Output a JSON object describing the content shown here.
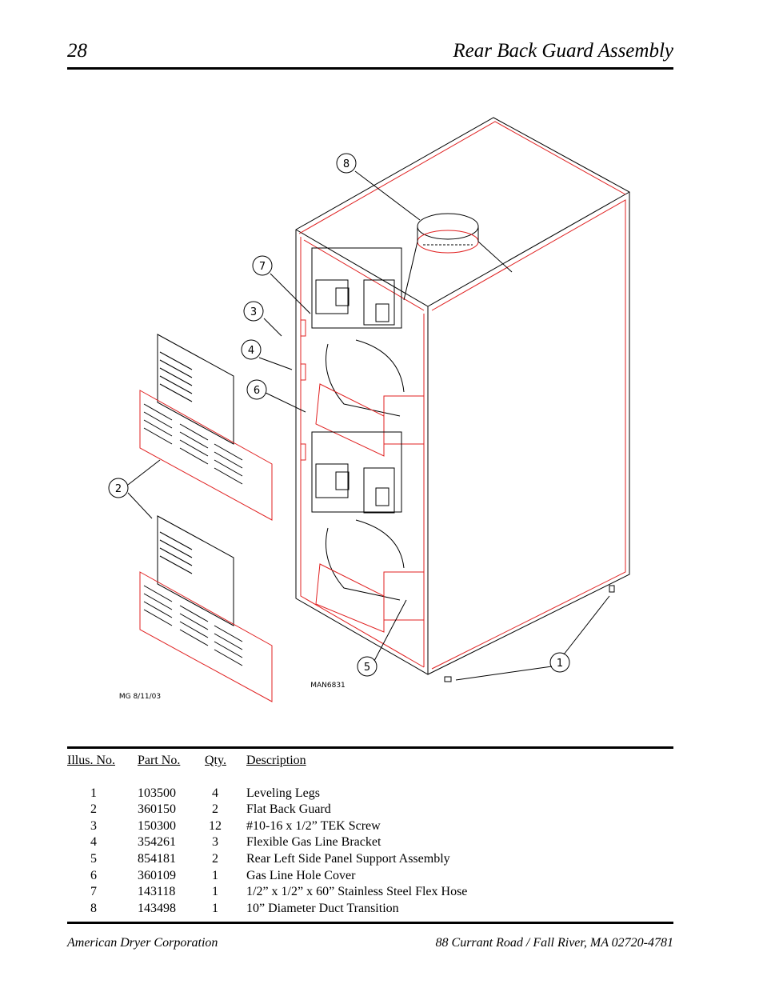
{
  "header": {
    "page_number": "28",
    "title": "Rear Back Guard Assembly"
  },
  "diagram": {
    "callouts": [
      "8",
      "7",
      "3",
      "4",
      "6",
      "2",
      "5",
      "1"
    ],
    "drawing_number": "MAN6831",
    "drafter_note": "MG 8/11/03",
    "line_color": "#000000",
    "highlight_color": "#e02020"
  },
  "parts_table": {
    "headers": [
      "Illus. No.",
      "Part  No.",
      "Qty.",
      "Description"
    ],
    "rows": [
      [
        "1",
        "103500",
        "4",
        "Leveling Legs"
      ],
      [
        "2",
        "360150",
        "2",
        "Flat Back Guard"
      ],
      [
        "3",
        "150300",
        "12",
        "#10-16 x 1/2” TEK Screw"
      ],
      [
        "4",
        "354261",
        "3",
        "Flexible Gas Line Bracket"
      ],
      [
        "5",
        "854181",
        "2",
        "Rear Left Side Panel Support Assembly"
      ],
      [
        "6",
        "360109",
        "1",
        "Gas Line Hole Cover"
      ],
      [
        "7",
        "143118",
        "1",
        "1/2” x 1/2” x 60” Stainless Steel Flex Hose"
      ],
      [
        "8",
        "143498",
        "1",
        "10” Diameter Duct Transition"
      ]
    ]
  },
  "footer": {
    "company": "American Dryer Corporation",
    "address": "88 Currant Road / Fall River, MA 02720-4781"
  }
}
